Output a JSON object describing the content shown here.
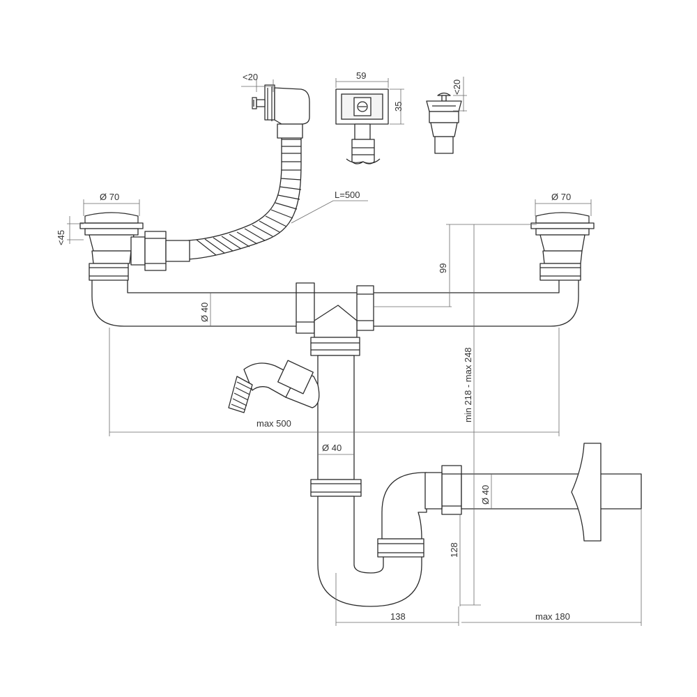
{
  "labels": {
    "overflow_offset": "<20",
    "button_width": "59",
    "button_height": "35",
    "plug_offset": "<20",
    "hose_length": "L=500",
    "left_drain_diameter": "Ø 70",
    "right_drain_diameter": "Ø 70",
    "drain_height": "<45",
    "drain_to_pipe": "99",
    "branch_diameter": "Ø 40",
    "height_range": "min 218 - max 248",
    "span_width": "max 500",
    "vertical_diameter": "Ø 40",
    "outlet_diameter": "Ø 40",
    "trap_height": "128",
    "trap_offset": "138",
    "outlet_length": "max 180"
  },
  "colors": {
    "line": "#2b2b2b",
    "dimension": "#6a6a6a",
    "background": "#ffffff"
  }
}
